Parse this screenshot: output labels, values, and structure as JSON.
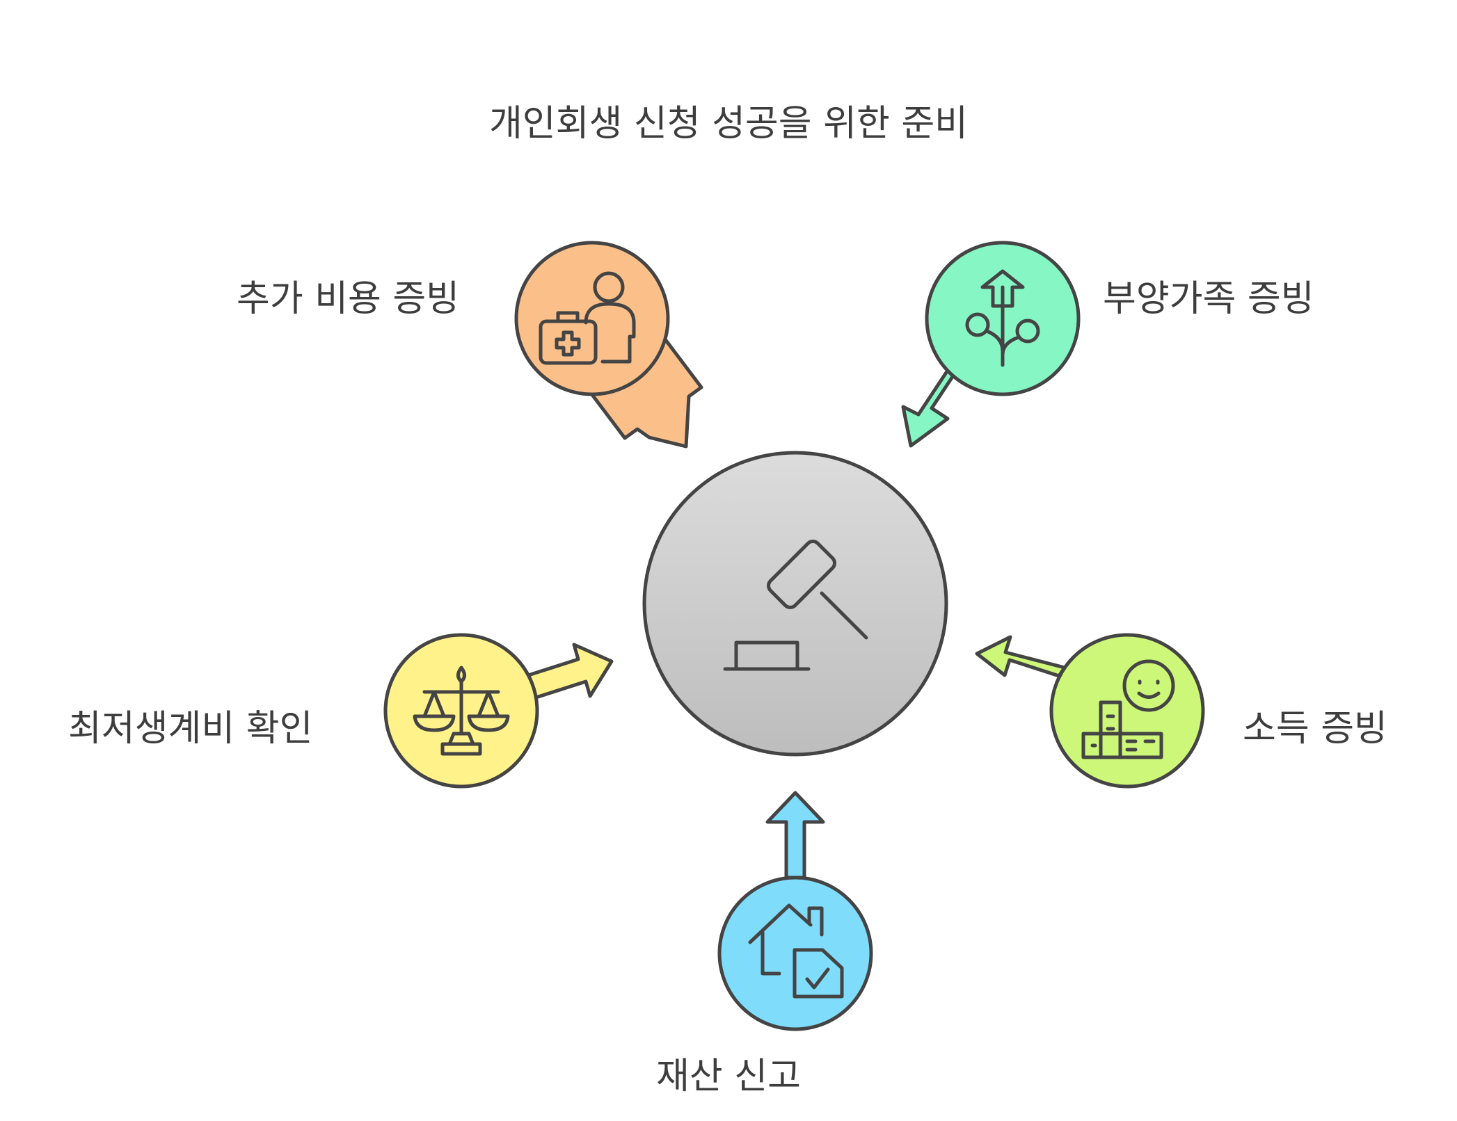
{
  "title": "개인회생 신청 성공을 위한 준비",
  "center": {
    "icon": "gavel-icon",
    "color": "#cfcfcf"
  },
  "items": [
    {
      "label": "추가 비용 증빙",
      "icon": "medical-kit-person-icon",
      "color": "#fbbf8a"
    },
    {
      "label": "부양가족 증빙",
      "icon": "family-tree-icon",
      "color": "#86f7c4"
    },
    {
      "label": "최저생계비 확인",
      "icon": "balance-scale-icon",
      "color": "#fff28a"
    },
    {
      "label": "소득 증빙",
      "icon": "smiling-income-icon",
      "color": "#cdf779"
    },
    {
      "label": "재산 신고",
      "icon": "house-document-icon",
      "color": "#80dcfb"
    }
  ]
}
